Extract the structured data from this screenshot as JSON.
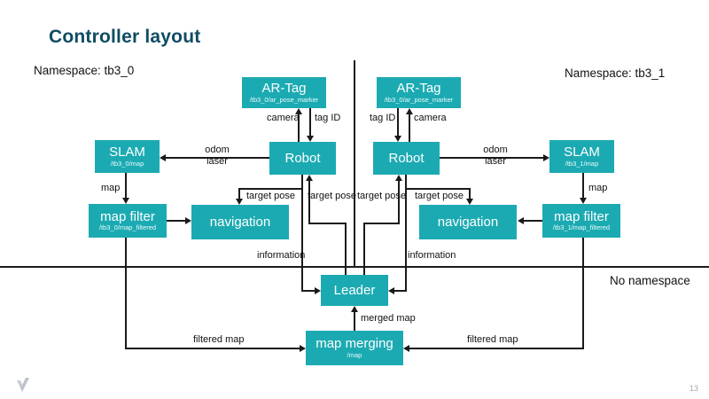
{
  "title": "Controller layout",
  "page_number": "13",
  "sections": {
    "left_namespace": "Namespace: tb3_0",
    "right_namespace": "Namespace: tb3_1",
    "no_namespace": "No namespace"
  },
  "colors": {
    "node_fill": "#1caab2",
    "title_color": "#0f4c63",
    "line_color": "#1a1a1a"
  },
  "nodes": {
    "ar_tag_left": {
      "label": "AR-Tag",
      "topic": "/tb3_0/ar_pose_marker"
    },
    "ar_tag_right": {
      "label": "AR-Tag",
      "topic": "/tb3_0/ar_pose_marker"
    },
    "robot_left": {
      "label": "Robot"
    },
    "robot_right": {
      "label": "Robot"
    },
    "slam_left": {
      "label": "SLAM",
      "topic": "/tb3_0/map"
    },
    "slam_right": {
      "label": "SLAM",
      "topic": "/tb3_1/map"
    },
    "map_filter_left": {
      "label": "map filter",
      "topic": "/tb3_0/map_filtered"
    },
    "map_filter_right": {
      "label": "map filter",
      "topic": "/tb3_1/map_filtered"
    },
    "navigation_left": {
      "label": "navigation"
    },
    "navigation_right": {
      "label": "navigation"
    },
    "leader": {
      "label": "Leader"
    },
    "map_merging": {
      "label": "map merging",
      "topic": "/map"
    }
  },
  "edge_labels": {
    "camera_left": "camera",
    "tag_id_left": "tag ID",
    "tag_id_right": "tag ID",
    "camera_right": "camera",
    "odom_left": "odom",
    "laser_left": "laser",
    "odom_right": "odom",
    "laser_right": "laser",
    "map_left": "map",
    "map_right": "map",
    "target_pose_outer_left": "target pose",
    "target_pose_inner_left": "target pose",
    "target_pose_inner_right": "target pose",
    "target_pose_outer_right": "target pose",
    "information_left": "information",
    "information_right": "information",
    "merged_map": "merged map",
    "filtered_map_left": "filtered map",
    "filtered_map_right": "filtered map"
  }
}
